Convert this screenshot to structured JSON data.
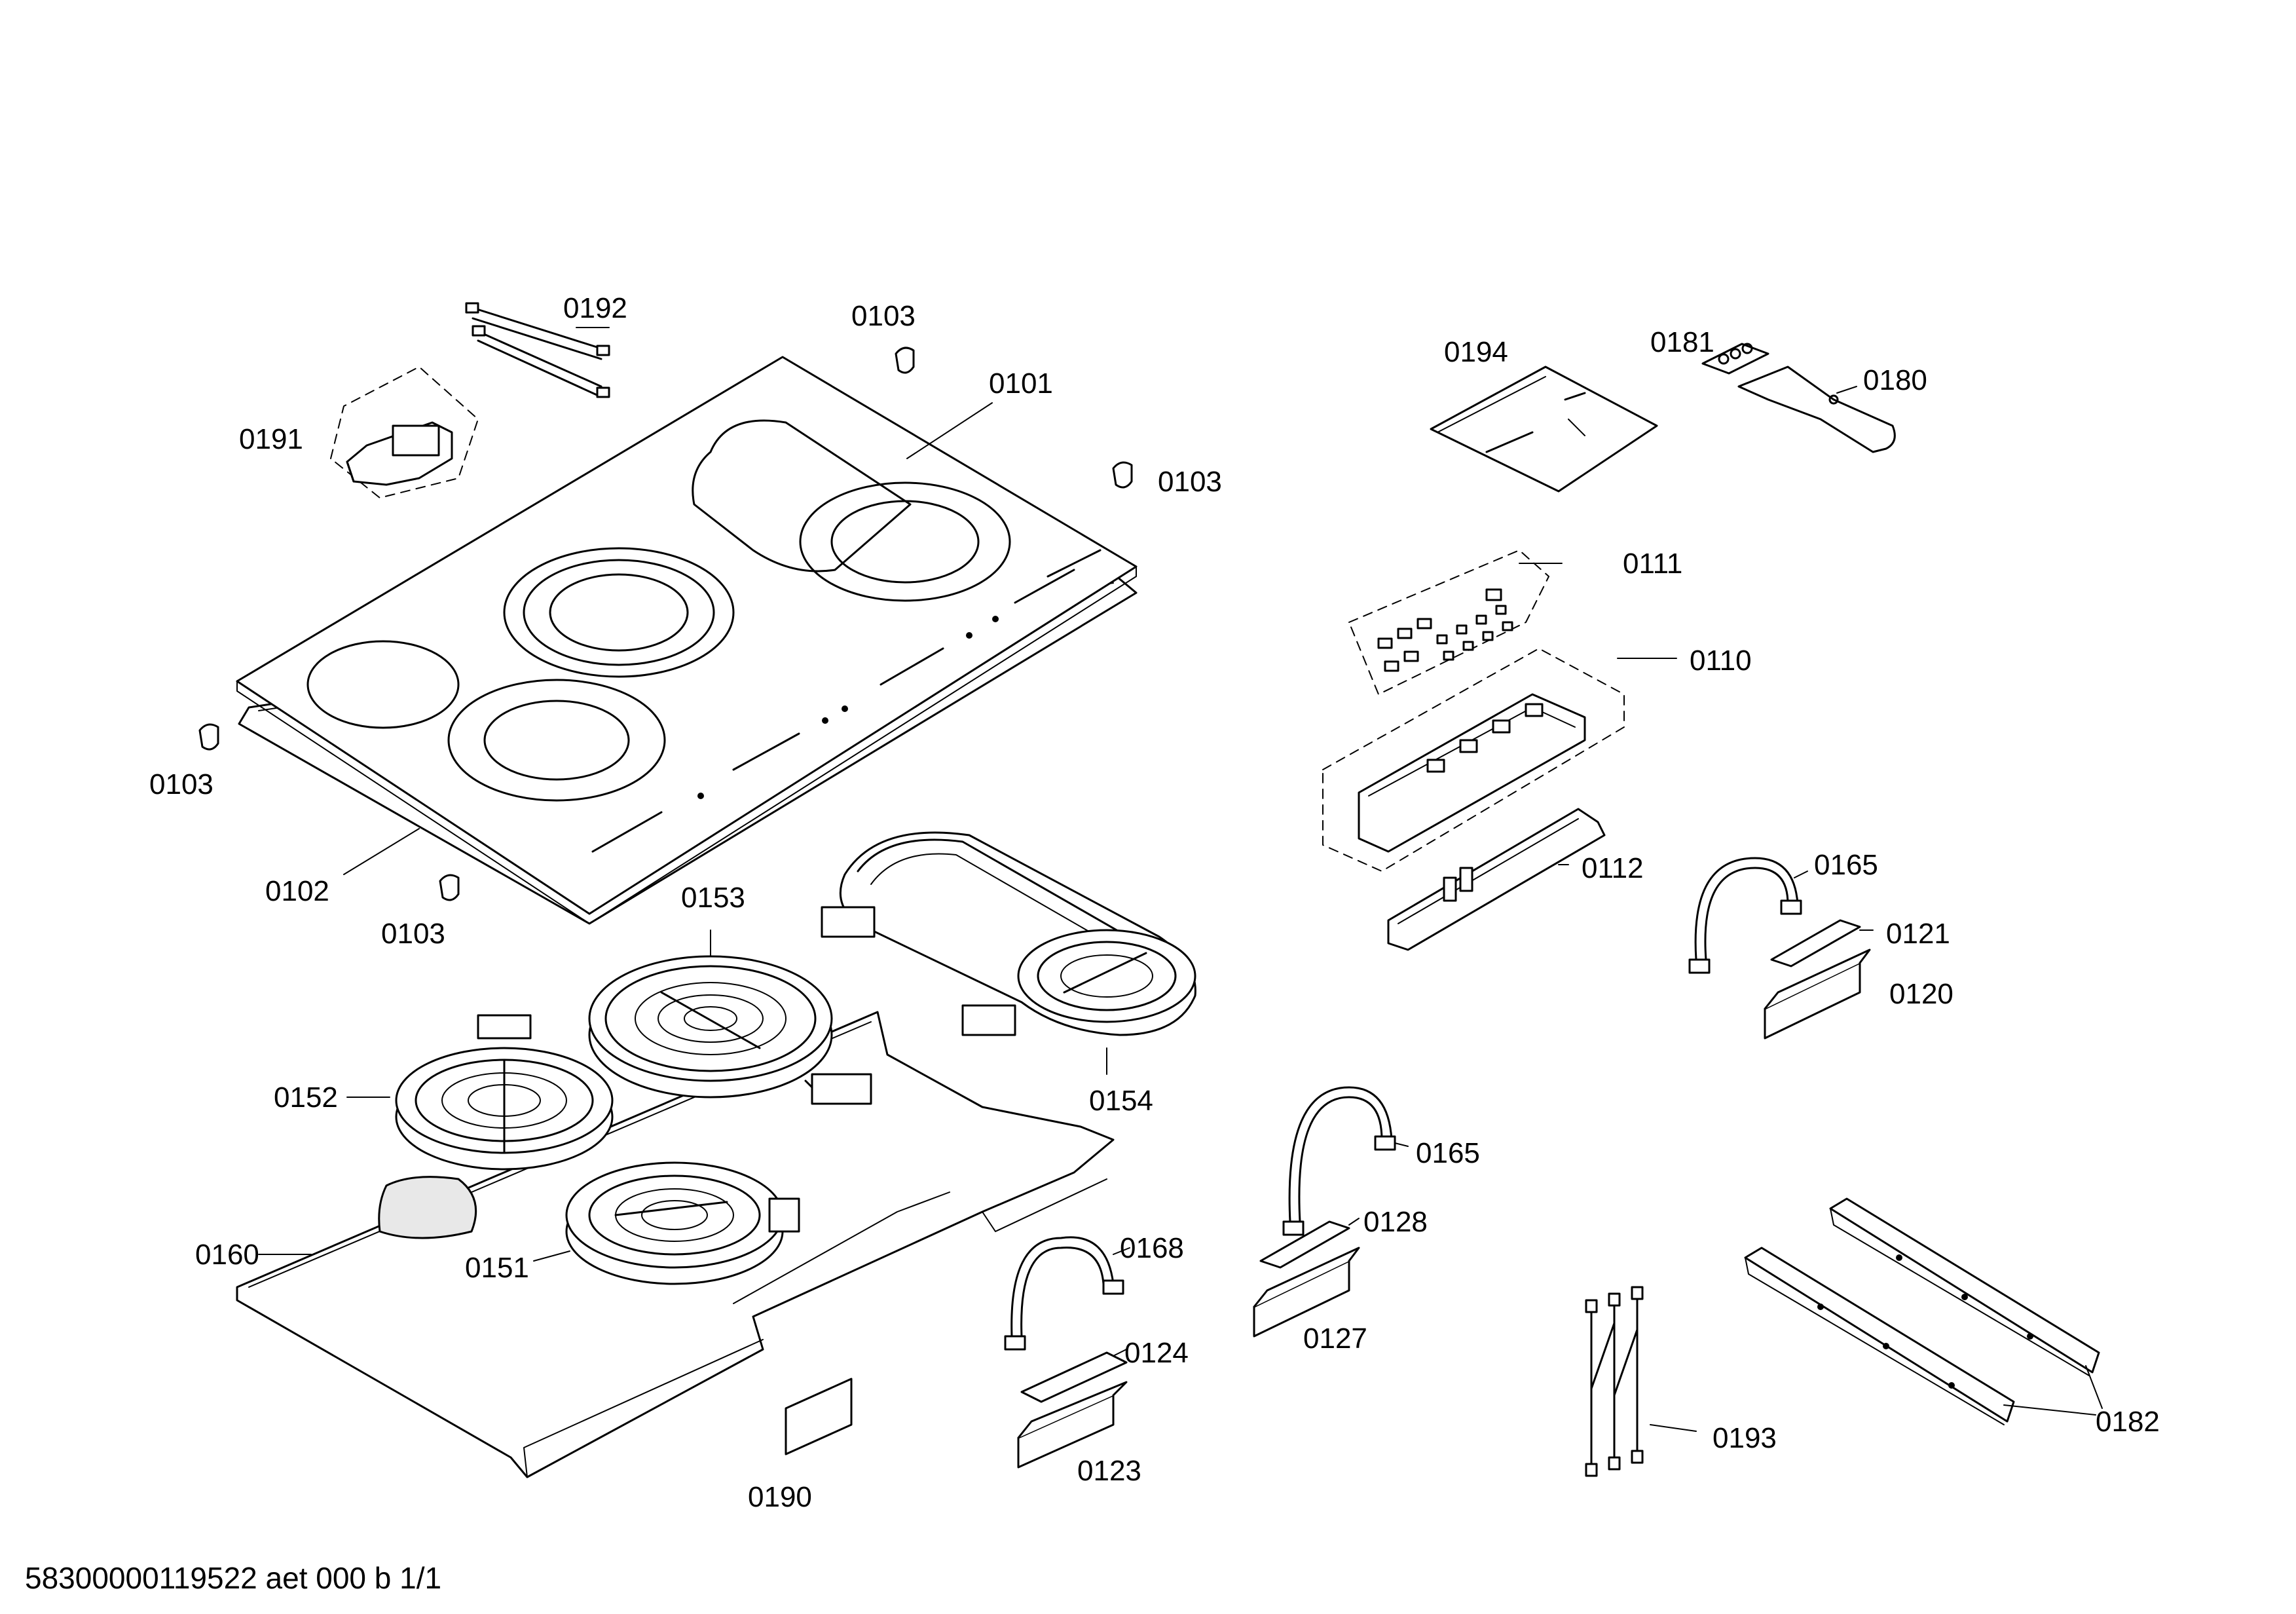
{
  "footer": "58300000119522 aet 000 b 1/1",
  "labels": {
    "l0192": "0192",
    "l0103_top": "0103",
    "l0101": "0101",
    "l0191": "0191",
    "l0103_right": "0103",
    "l0194": "0194",
    "l0181": "0181",
    "l0180": "0180",
    "l0111": "0111",
    "l0110": "0110",
    "l0103_left": "0103",
    "l0102": "0102",
    "l0103_bottom": "0103",
    "l0153": "0153",
    "l0112": "0112",
    "l0165_a": "0165",
    "l0121": "0121",
    "l0120": "0120",
    "l0152": "0152",
    "l0154": "0154",
    "l0165_b": "0165",
    "l0128": "0128",
    "l0168": "0168",
    "l0160": "0160",
    "l0151": "0151",
    "l0127": "0127",
    "l0124": "0124",
    "l0182": "0182",
    "l0193": "0193",
    "l0123": "0123",
    "l0190": "0190"
  }
}
